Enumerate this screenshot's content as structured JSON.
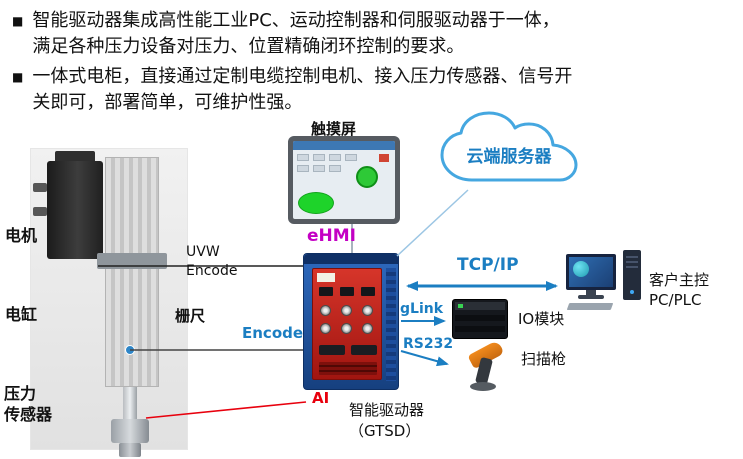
{
  "colors": {
    "accent_blue": "#1b7ec2",
    "ehmi_magenta": "#c400c4",
    "ai_red": "#e8000d",
    "cloud_stroke": "#45a7e0"
  },
  "bullets": {
    "marker": "■",
    "items": [
      "智能驱动器集成高性能工业PC、运动控制器和伺服驱动器于一体，\n满足各种压力设备对压力、位置精确闭环控制的要求。",
      "一体式电柜，直接通过定制电缆控制电机、接入压力传感器、信号开\n关即可，部署简单，可维护性强。"
    ]
  },
  "labels": {
    "motor": "电机",
    "cylinder": "电缸",
    "pressure_sensor": "压力\n传感器",
    "uvw_encode": "UVW\nEncode",
    "grating_scale": "栅尺",
    "encode": "Encode",
    "touchscreen": "触摸屏",
    "ehmi": "eHMI",
    "cloud_server": "云端服务器",
    "tcpip": "TCP/IP",
    "client_pc": "客户主控\nPC/PLC",
    "glink": "gLink",
    "io_module": "IO模块",
    "rs232": "RS232",
    "scanner": "扫描枪",
    "ai": "AI",
    "drive_name": "智能驱动器\n（GTSD）"
  }
}
